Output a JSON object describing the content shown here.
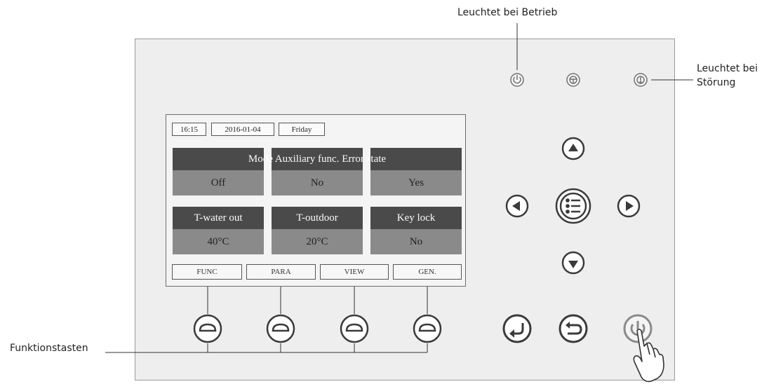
{
  "callouts": {
    "operation_led": "Leuchtet bei Betrieb",
    "fault_led_line1": "Leuchtet bei",
    "fault_led_line2": "Störung",
    "function_keys": "Funktionstasten"
  },
  "screen": {
    "time": "16:15",
    "date": "2016-01-04",
    "weekday": "Friday",
    "header_row_text": "Mode Auxiliary func. Error state",
    "tiles": [
      {
        "title": "",
        "value": "Off"
      },
      {
        "title": "",
        "value": "No"
      },
      {
        "title": "",
        "value": "Yes"
      },
      {
        "title": "T-water out",
        "value": "40°C"
      },
      {
        "title": "T-outdoor",
        "value": "20°C"
      },
      {
        "title": "Key lock",
        "value": "No"
      }
    ],
    "function_labels": [
      "FUNC",
      "PARA",
      "VIEW",
      "GEN."
    ]
  },
  "colors": {
    "panel": "#eeeeee",
    "tile_title": "#4a4a4a",
    "tile_value": "#8a8a8a",
    "icon_stroke": "#707070"
  },
  "icons": [
    "power-led-icon",
    "steering-wheel-icon",
    "fault-led-icon",
    "arrow-up-icon",
    "arrow-left-icon",
    "menu-icon",
    "arrow-right-icon",
    "arrow-down-icon",
    "enter-icon",
    "back-icon",
    "power-icon",
    "hand-pointer-icon"
  ]
}
